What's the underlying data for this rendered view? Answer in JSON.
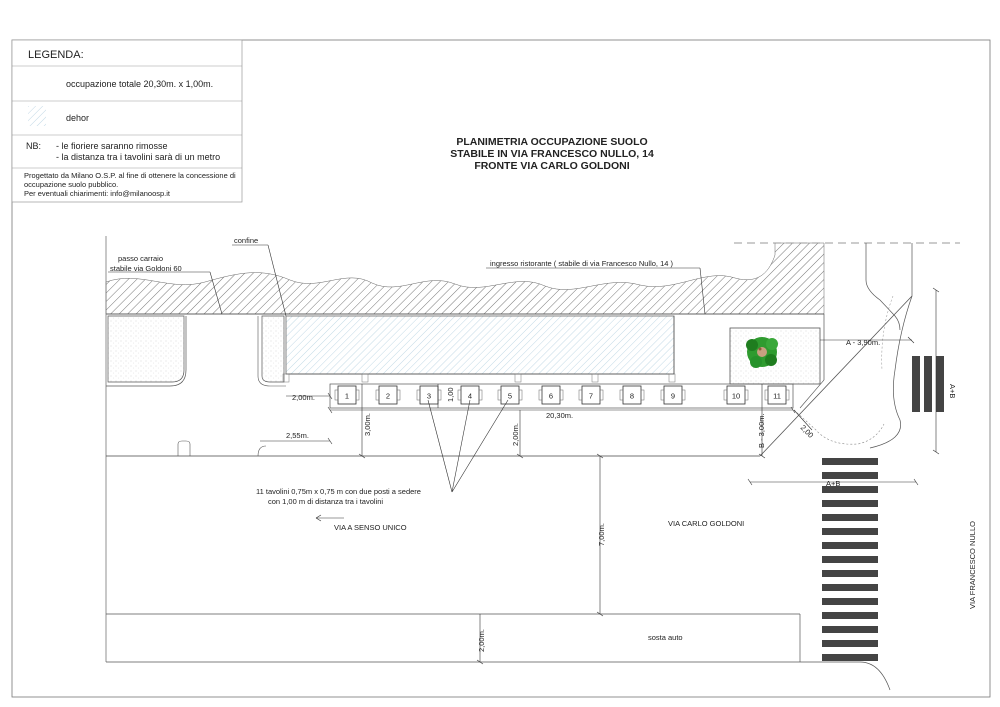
{
  "legend": {
    "header": "LEGENDA:",
    "total_occupation": "occupazione totale 20,30m. x 1,00m.",
    "dehor": "dehor",
    "nb_label": "NB:",
    "nb_items": [
      "- le fioriere saranno rimosse",
      "- la distanza tra i tavolini sarà  di un metro"
    ],
    "credits": [
      "Progettato da Milano O.S.P. al fine di ottenere la concessione di",
      "occupazione suolo pubblico.",
      "Per eventuali chiarimenti:  info@milanoosp.it"
    ]
  },
  "title_lines": [
    "PLANIMETRIA OCCUPAZIONE SUOLO",
    "STABILE IN VIA FRANCESCO NULLO, 14",
    "FRONTE VIA CARLO GOLDONI"
  ],
  "labels": {
    "passo_carraio": [
      "passo carraio",
      "stabile via Goldoni 60"
    ],
    "confine": "confine",
    "ingresso": "ingresso ristorante ( stabile di  via Francesco Nullo, 14 )",
    "tavolini": [
      "11 tavolini 0,75m x 0,75 m con due posti a sedere",
      "con 1,00 m di distanza tra i tavolini"
    ],
    "senso_unico": "VIA A SENSO UNICO",
    "via_goldoni": "VIA CARLO GOLDONI",
    "via_nullo": "VIA FRANCESCO NULLO",
    "sosta": "sosta auto"
  },
  "dimensions": {
    "d200_left": "2,00m.",
    "d100": "1,00",
    "d2030": "20,30m.",
    "d300": "3,00m.",
    "d200_mid": "2,00m.",
    "d255": "2,55m.",
    "dA": "A - 3,90m.",
    "dB": "B - 3,00m.",
    "d200_diag": "2,00",
    "dAB_h": "A+B",
    "dAB_v": "A+B",
    "d700": "7,00m.",
    "d200_low": "2,00m."
  },
  "tables": [
    "1",
    "2",
    "3",
    "4",
    "5",
    "6",
    "7",
    "8",
    "9",
    "10",
    "11"
  ]
}
